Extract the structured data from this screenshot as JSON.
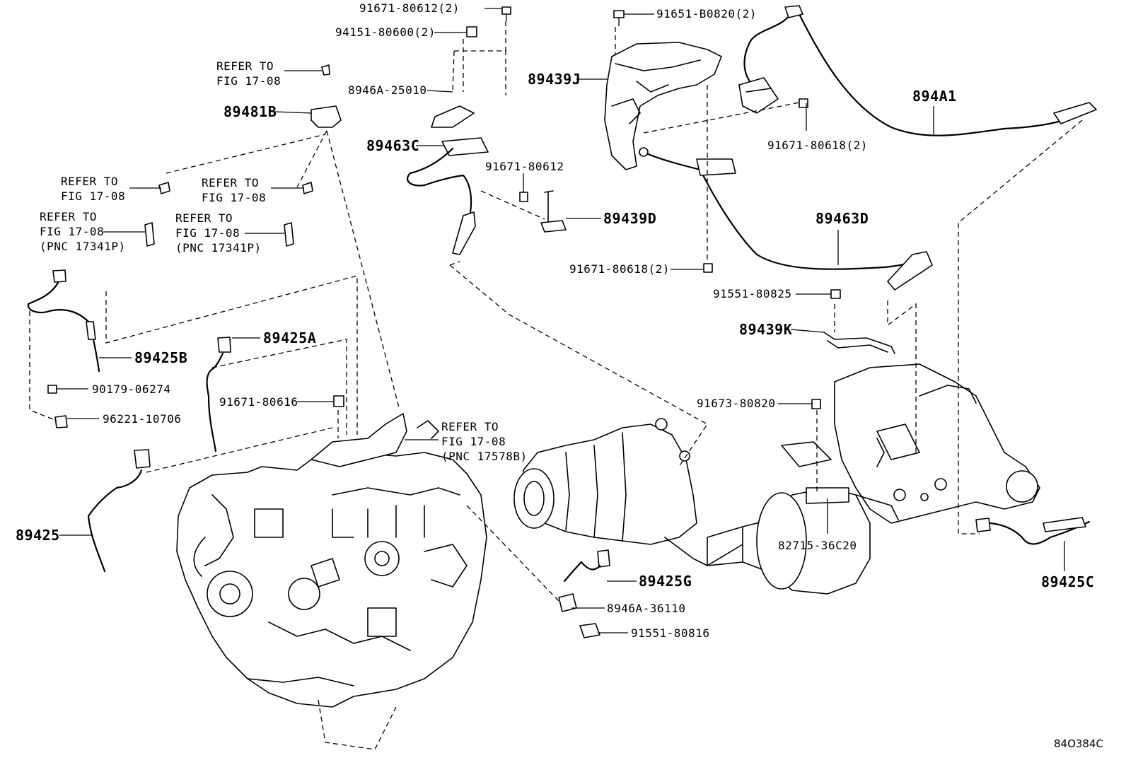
{
  "figure_code": "84O384C",
  "labels": {
    "l_91671_80612_2": "91671-80612(2)",
    "l_94151_80600_2": "94151-80600(2)",
    "l_8946A_25010": "8946A-25010",
    "l_89463C": "89463C",
    "l_91671_80612": "91671-80612",
    "l_89439D": "89439D",
    "l_91651_B0820_2": "91651-B0820(2)",
    "l_89439J": "89439J",
    "l_894A1": "894A1",
    "l_91671_80618_2_a": "91671-80618(2)",
    "l_89463D": "89463D",
    "l_91671_80618_2_b": "91671-80618(2)",
    "l_91551_80825": "91551-80825",
    "l_89439K": "89439K",
    "l_91673_80820": "91673-80820",
    "l_82715_36C20": "82715-36C20",
    "l_89425C": "89425C",
    "l_89425G": "89425G",
    "l_8946A_36110": "8946A-36110",
    "l_91551_80816": "91551-80816",
    "l_89481B": "89481B",
    "l_89425B": "89425B",
    "l_89425A": "89425A",
    "l_90179_06274": "90179-06274",
    "l_96221_10706": "96221-10706",
    "l_91671_80616": "91671-80616",
    "l_89425": "89425"
  },
  "refer_notes": {
    "r1_line1": "REFER TO",
    "r1_line2": "FIG 17-08",
    "r2_line1": "REFER TO",
    "r2_line2": "FIG 17-08",
    "r3_line1": "REFER TO",
    "r3_line2": "FIG 17-08",
    "r4_line1": "REFER TO",
    "r4_line2": "FIG 17-08",
    "r4_line3": "(PNC 17341P)",
    "r5_line1": "REFER TO",
    "r5_line2": "FIG 17-08",
    "r5_line3": "(PNC 17341P)",
    "r6_line1": "REFER TO",
    "r6_line2": "FIG 17-08",
    "r6_line3": "(PNC 17578B)"
  }
}
